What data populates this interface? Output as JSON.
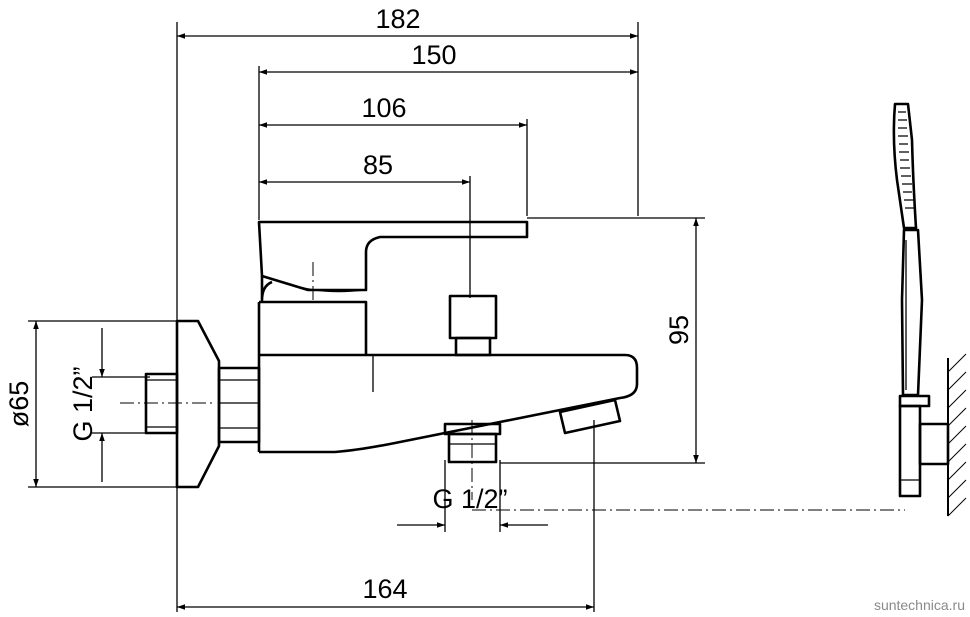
{
  "dimensions": {
    "width_182": "182",
    "width_150": "150",
    "width_106": "106",
    "width_85": "85",
    "height_95": "95",
    "diameter_65": "ø65",
    "thread_left": "G 1/2”",
    "thread_bottom": "G 1/2”",
    "width_164": "164"
  },
  "watermark": "suntechnica.ru"
}
